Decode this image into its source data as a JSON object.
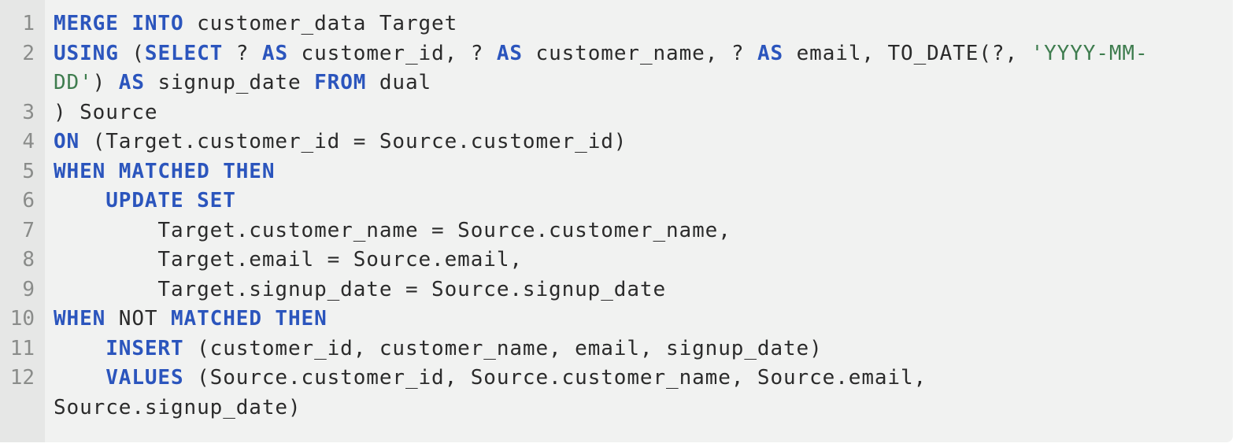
{
  "colors": {
    "keyword": "#2b55bd",
    "string": "#3f7d4f",
    "plain": "#2b2b2b",
    "line_number": "#8a8c8a"
  },
  "rows": [
    {
      "n": "1",
      "tokens": [
        {
          "t": "MERGE INTO",
          "c": "kw"
        },
        {
          "t": " customer_data Target",
          "c": "p"
        }
      ]
    },
    {
      "n": "2",
      "tokens": [
        {
          "t": "USING",
          "c": "kw"
        },
        {
          "t": " (",
          "c": "p"
        },
        {
          "t": "SELECT",
          "c": "kw"
        },
        {
          "t": " ? ",
          "c": "p"
        },
        {
          "t": "AS",
          "c": "kw"
        },
        {
          "t": " customer_id, ? ",
          "c": "p"
        },
        {
          "t": "AS",
          "c": "kw"
        },
        {
          "t": " customer_name, ? ",
          "c": "p"
        },
        {
          "t": "AS",
          "c": "kw"
        },
        {
          "t": " email, TO_DATE(?, ",
          "c": "p"
        },
        {
          "t": "'YYYY-MM-",
          "c": "str"
        }
      ]
    },
    {
      "n": "",
      "tokens": [
        {
          "t": "DD'",
          "c": "str"
        },
        {
          "t": ") ",
          "c": "p"
        },
        {
          "t": "AS",
          "c": "kw"
        },
        {
          "t": " signup_date ",
          "c": "p"
        },
        {
          "t": "FROM",
          "c": "kw"
        },
        {
          "t": " dual",
          "c": "p"
        }
      ]
    },
    {
      "n": "3",
      "tokens": [
        {
          "t": ") Source",
          "c": "p"
        }
      ]
    },
    {
      "n": "4",
      "tokens": [
        {
          "t": "ON",
          "c": "kw"
        },
        {
          "t": " (Target.customer_id = Source.customer_id)",
          "c": "p"
        }
      ]
    },
    {
      "n": "5",
      "tokens": [
        {
          "t": "WHEN MATCHED THEN",
          "c": "kw"
        }
      ]
    },
    {
      "n": "6",
      "tokens": [
        {
          "t": "    ",
          "c": "p"
        },
        {
          "t": "UPDATE SET",
          "c": "kw"
        }
      ]
    },
    {
      "n": "7",
      "tokens": [
        {
          "t": "        Target.customer_name = Source.customer_name,",
          "c": "p"
        }
      ]
    },
    {
      "n": "8",
      "tokens": [
        {
          "t": "        Target.email = Source.email,",
          "c": "p"
        }
      ]
    },
    {
      "n": "9",
      "tokens": [
        {
          "t": "        Target.signup_date = Source.signup_date",
          "c": "p"
        }
      ]
    },
    {
      "n": "10",
      "tokens": [
        {
          "t": "WHEN",
          "c": "kw"
        },
        {
          "t": " NOT ",
          "c": "p"
        },
        {
          "t": "MATCHED THEN",
          "c": "kw"
        }
      ]
    },
    {
      "n": "11",
      "tokens": [
        {
          "t": "    ",
          "c": "p"
        },
        {
          "t": "INSERT",
          "c": "kw"
        },
        {
          "t": " (customer_id, customer_name, email, signup_date)",
          "c": "p"
        }
      ]
    },
    {
      "n": "12",
      "tokens": [
        {
          "t": "    ",
          "c": "p"
        },
        {
          "t": "VALUES",
          "c": "kw"
        },
        {
          "t": " (Source.customer_id, Source.customer_name, Source.email,",
          "c": "p"
        }
      ]
    },
    {
      "n": "",
      "tokens": [
        {
          "t": "Source.signup_date)",
          "c": "p"
        }
      ]
    }
  ]
}
